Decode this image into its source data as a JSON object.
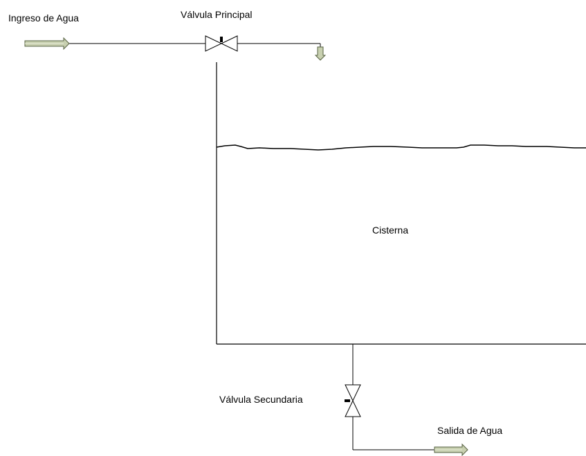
{
  "labels": {
    "inlet": "Ingreso de Agua",
    "main_valve": "Válvula Principal",
    "tank": "Cisterna",
    "secondary_valve": "Válvula Secundaria",
    "outlet": "Salida de Agua"
  },
  "colors": {
    "line": "#000000",
    "arrow_fill": "#c8d0b0",
    "arrow_stroke": "#556040",
    "valve_fill": "#ffffff"
  },
  "icons": {
    "inlet_arrow": "right-arrow-icon",
    "overflow_arrow": "down-arrow-icon",
    "outlet_arrow": "right-arrow-icon",
    "main_valve": "valve-icon",
    "secondary_valve": "valve-icon"
  }
}
